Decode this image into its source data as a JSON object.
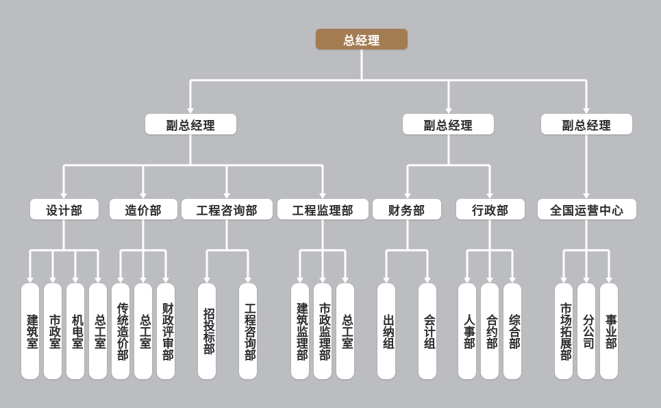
{
  "colors": {
    "background": "#bcbdc0",
    "root_fill": "#a47c52",
    "node_fill": "#ffffff",
    "line": "#ffffff"
  },
  "org": {
    "root": "总经理",
    "vp_left": "副总经理",
    "vp_mid": "副总经理",
    "vp_right": "副总经理",
    "dept": {
      "design": "设计部",
      "cost": "造价部",
      "consult": "工程咨询部",
      "supervise": "工程监理部",
      "finance": "财务部",
      "admin": "行政部",
      "ops": "全国运营中心"
    },
    "units": {
      "d1": "建筑室",
      "d2": "市政室",
      "d3": "机电室",
      "d4": "总工室",
      "c1": "传统造价部",
      "c2": "总工室",
      "c3": "财政评审部",
      "q1": "招投标部",
      "q2": "工程咨询部",
      "s1": "建筑监理部",
      "s2": "市政监理部",
      "s3": "总工室",
      "f1": "出纳组",
      "f2": "会计组",
      "a1": "人事部",
      "a2": "合约部",
      "a3": "综合部",
      "o1": "市场拓展部",
      "o2": "分公司",
      "o3": "事业部"
    }
  }
}
